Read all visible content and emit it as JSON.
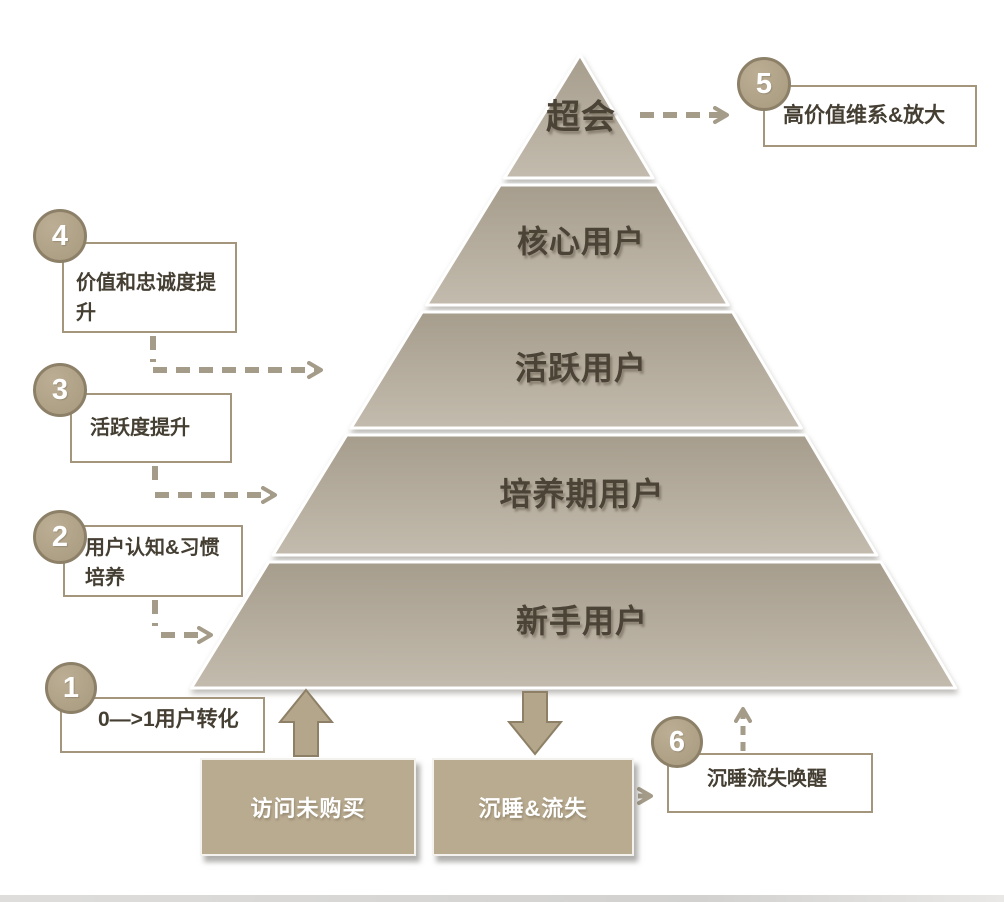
{
  "pyramid": {
    "levels": [
      {
        "label": "超会"
      },
      {
        "label": "核心用户"
      },
      {
        "label": "活跃用户"
      },
      {
        "label": "培养期用户"
      },
      {
        "label": "新手用户"
      }
    ]
  },
  "steps": [
    {
      "number": "1",
      "label": "0—>1用户转化"
    },
    {
      "number": "2",
      "label": "用户认知&习惯培养"
    },
    {
      "number": "3",
      "label": "活跃度提升"
    },
    {
      "number": "4",
      "label": "价值和忠诚度提升"
    },
    {
      "number": "5",
      "label": "高价值维系&放大"
    },
    {
      "number": "6",
      "label": "沉睡流失唤醒"
    }
  ],
  "bottom_boxes": [
    {
      "label": "访问未购买"
    },
    {
      "label": "沉睡&流失"
    }
  ],
  "colors": {
    "pyramid_fill_top": "#a69d8d",
    "pyramid_fill_bottom": "#c3bbad",
    "circle_fill": "#ae9f84",
    "circle_border": "#8d8068",
    "box_border": "#a3967d",
    "solid_box_fill": "#b9ab90",
    "dashed_arrow": "#a49b88",
    "text_dark": "#4a4336"
  }
}
